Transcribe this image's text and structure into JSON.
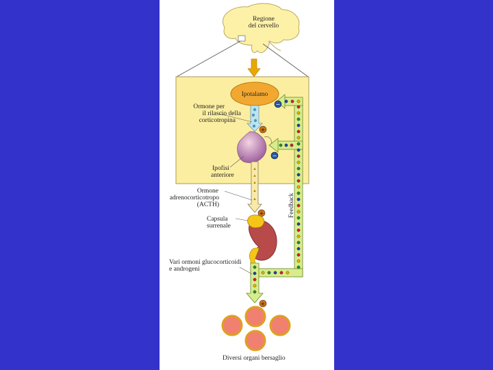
{
  "slide": {
    "background_color": "#3333cc",
    "panel_color": "#ffffff"
  },
  "diagram": {
    "title": "",
    "brain_label_line1": "Regione",
    "brain_label_line2": "del cervello",
    "hypothalamus_label": "Ipotalamo",
    "crh_label_line1": "Ormone per",
    "crh_label_line2": "il rilascio della",
    "crh_label_line3": "corticotropina",
    "pituitary_label_line1": "Ipofisi",
    "pituitary_label_line2": "anteriore",
    "acth_label_line1": "Ormone",
    "acth_label_line2": "adrenocorticotropo",
    "acth_label_line3": "(ACTH)",
    "adrenal_label_line1": "Capsula",
    "adrenal_label_line2": "surrenale",
    "hormones_label_line1": "Vari ormoni glucocorticoidi",
    "hormones_label_line2": "e androgeni",
    "feedback_label": "Feedback",
    "targets_label": "Diversi organi bersaglio",
    "plus_sign": "+",
    "minus_sign": "−",
    "colors": {
      "zoom_box": "#fbeea0",
      "brain": "#fdf1a8",
      "hypothalamus": "#f2a830",
      "pituitary": "#c98bb5",
      "kidney": "#b84a4a",
      "adrenal": "#f5c518",
      "feedback_pipe": "#d8ec8c",
      "acth_pipe": "#f8eaa8",
      "crh_pipe": "#bfe3f0",
      "arrow_orange": "#e8a800",
      "target_fill": "#f08070",
      "target_ring": "#e0a020",
      "inhibit_badge": "#2858a8",
      "stimulate_badge": "#d07010"
    }
  }
}
